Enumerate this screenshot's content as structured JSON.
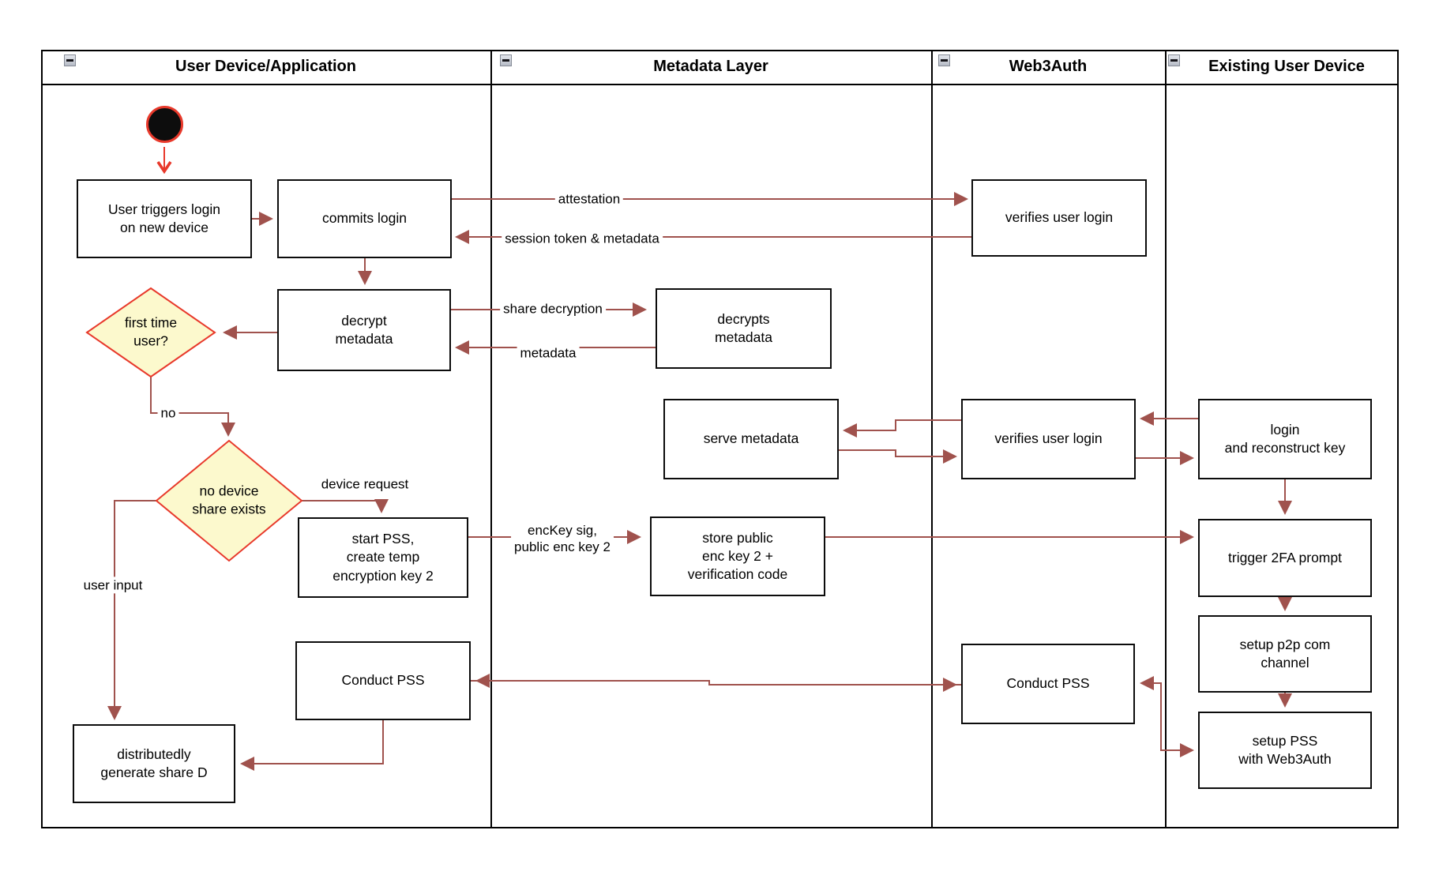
{
  "lanes": [
    {
      "label": "User Device/Application"
    },
    {
      "label": "Metadata Layer"
    },
    {
      "label": "Web3Auth"
    },
    {
      "label": "Existing User Device"
    }
  ],
  "nodes": {
    "user_triggers": "User triggers login\non new device",
    "commits_login": "commits login",
    "verifies_user_login_top": "verifies user login",
    "decrypt_metadata": "decrypt\nmetadata",
    "decrypts_metadata": "decrypts\nmetadata",
    "serve_metadata": "serve metadata",
    "verifies_user_login_mid": "verifies user login",
    "login_reconstruct": "login\nand reconstruct key",
    "start_pss": "start PSS,\ncreate temp\nencryption key 2",
    "store_public": "store public\nenc key 2 +\nverification code",
    "trigger_2fa": "trigger 2FA prompt",
    "setup_p2p": "setup p2p com\nchannel",
    "setup_pss": "setup PSS\nwith Web3Auth",
    "conduct_pss_left": "Conduct PSS",
    "conduct_pss_right": "Conduct PSS",
    "dist_gen_share": "distributedly\ngenerate share D"
  },
  "decisions": {
    "first_time_user": "first time\nuser?",
    "no_device_share": "no device\nshare exists"
  },
  "edge_labels": {
    "attestation": "attestation",
    "session_token": "session token & metadata",
    "share_decryption": "share decryption",
    "metadata": "metadata",
    "no": "no",
    "device_request": "device request",
    "user_input": "user input",
    "enckey_sig": "encKey sig,\npublic enc key 2"
  },
  "colors": {
    "arrow": "#a0524d",
    "accent_red": "#e8392b",
    "diamond_fill": "#fcf9cd",
    "shape_border": "#0c0c0c"
  },
  "icons": {
    "collapse": "minus-square"
  }
}
